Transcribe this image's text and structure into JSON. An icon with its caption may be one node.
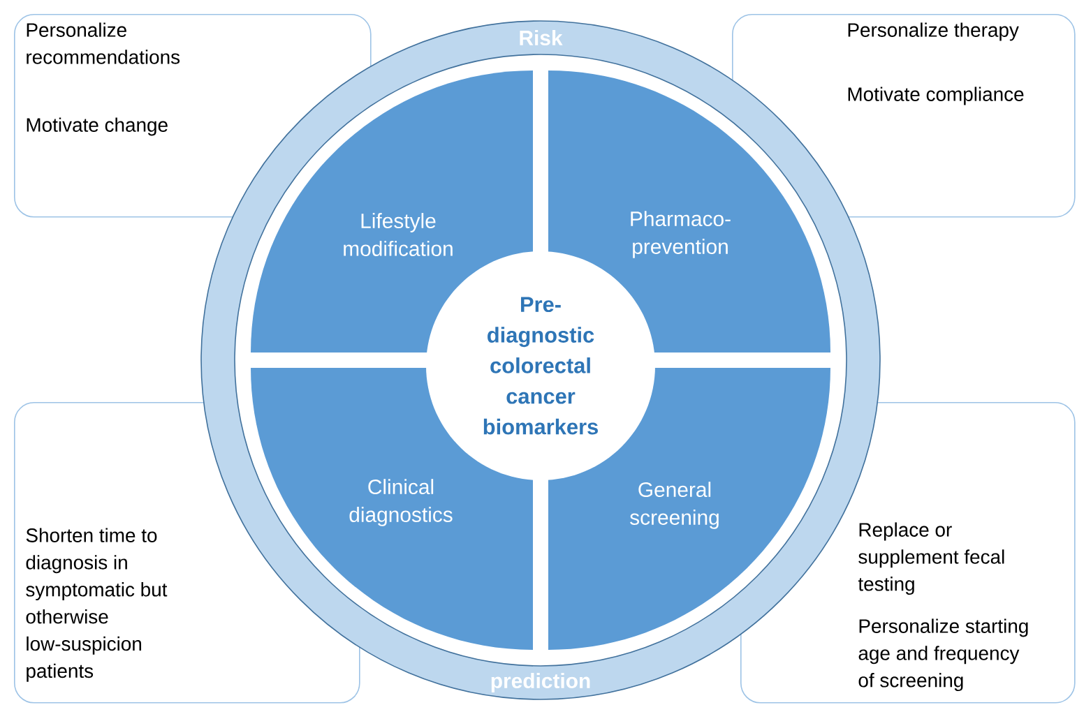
{
  "diagram": {
    "nodes": [
      {
        "text": [
          "Personalize recommendations",
          "Motivate change"
        ]
      },
      {
        "text": [
          "Personalize therapy",
          "Motivate compliance"
        ]
      },
      {
        "text": [
          "Shorten time to diagnosis in symptomatic but otherwise low-suspicion patients"
        ]
      },
      {
        "text": [
          "Replace or supplement fecal testing",
          "Personalize starting age and frequency of screening"
        ]
      },
      {
        "text": [
          "Risk",
          "prediction"
        ]
      },
      {
        "text": [
          "Lifestyle modification"
        ],
        "in": 4
      },
      {
        "text": [
          "Pharmaco-prevention"
        ],
        "in": 4
      },
      {
        "text": [
          "Clinical diagnostics"
        ],
        "in": 4
      },
      {
        "text": [
          "General screening"
        ],
        "in": 4
      },
      {
        "text": [
          "Pre-diagnostic colorectal cancer biomarkers"
        ],
        "in": 4
      }
    ],
    "edges": []
  }
}
